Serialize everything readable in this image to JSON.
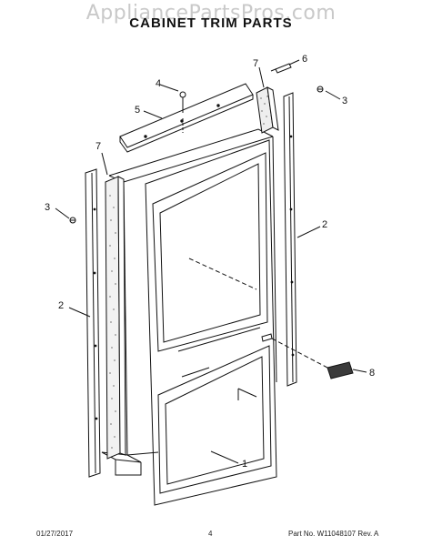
{
  "header": {
    "watermark": "AppliancePartsPros.com",
    "title": "CABINET TRIM PARTS"
  },
  "callouts": {
    "c1": "1",
    "c2_left": "2",
    "c2_right": "2",
    "c3_left": "3",
    "c3_right": "3",
    "c4": "4",
    "c5": "5",
    "c6": "6",
    "c7_left": "7",
    "c7_right": "7",
    "c8": "8"
  },
  "footer": {
    "date": "01/27/2017",
    "page": "4",
    "part_no": "Part No. W11048107  Rev. A"
  }
}
